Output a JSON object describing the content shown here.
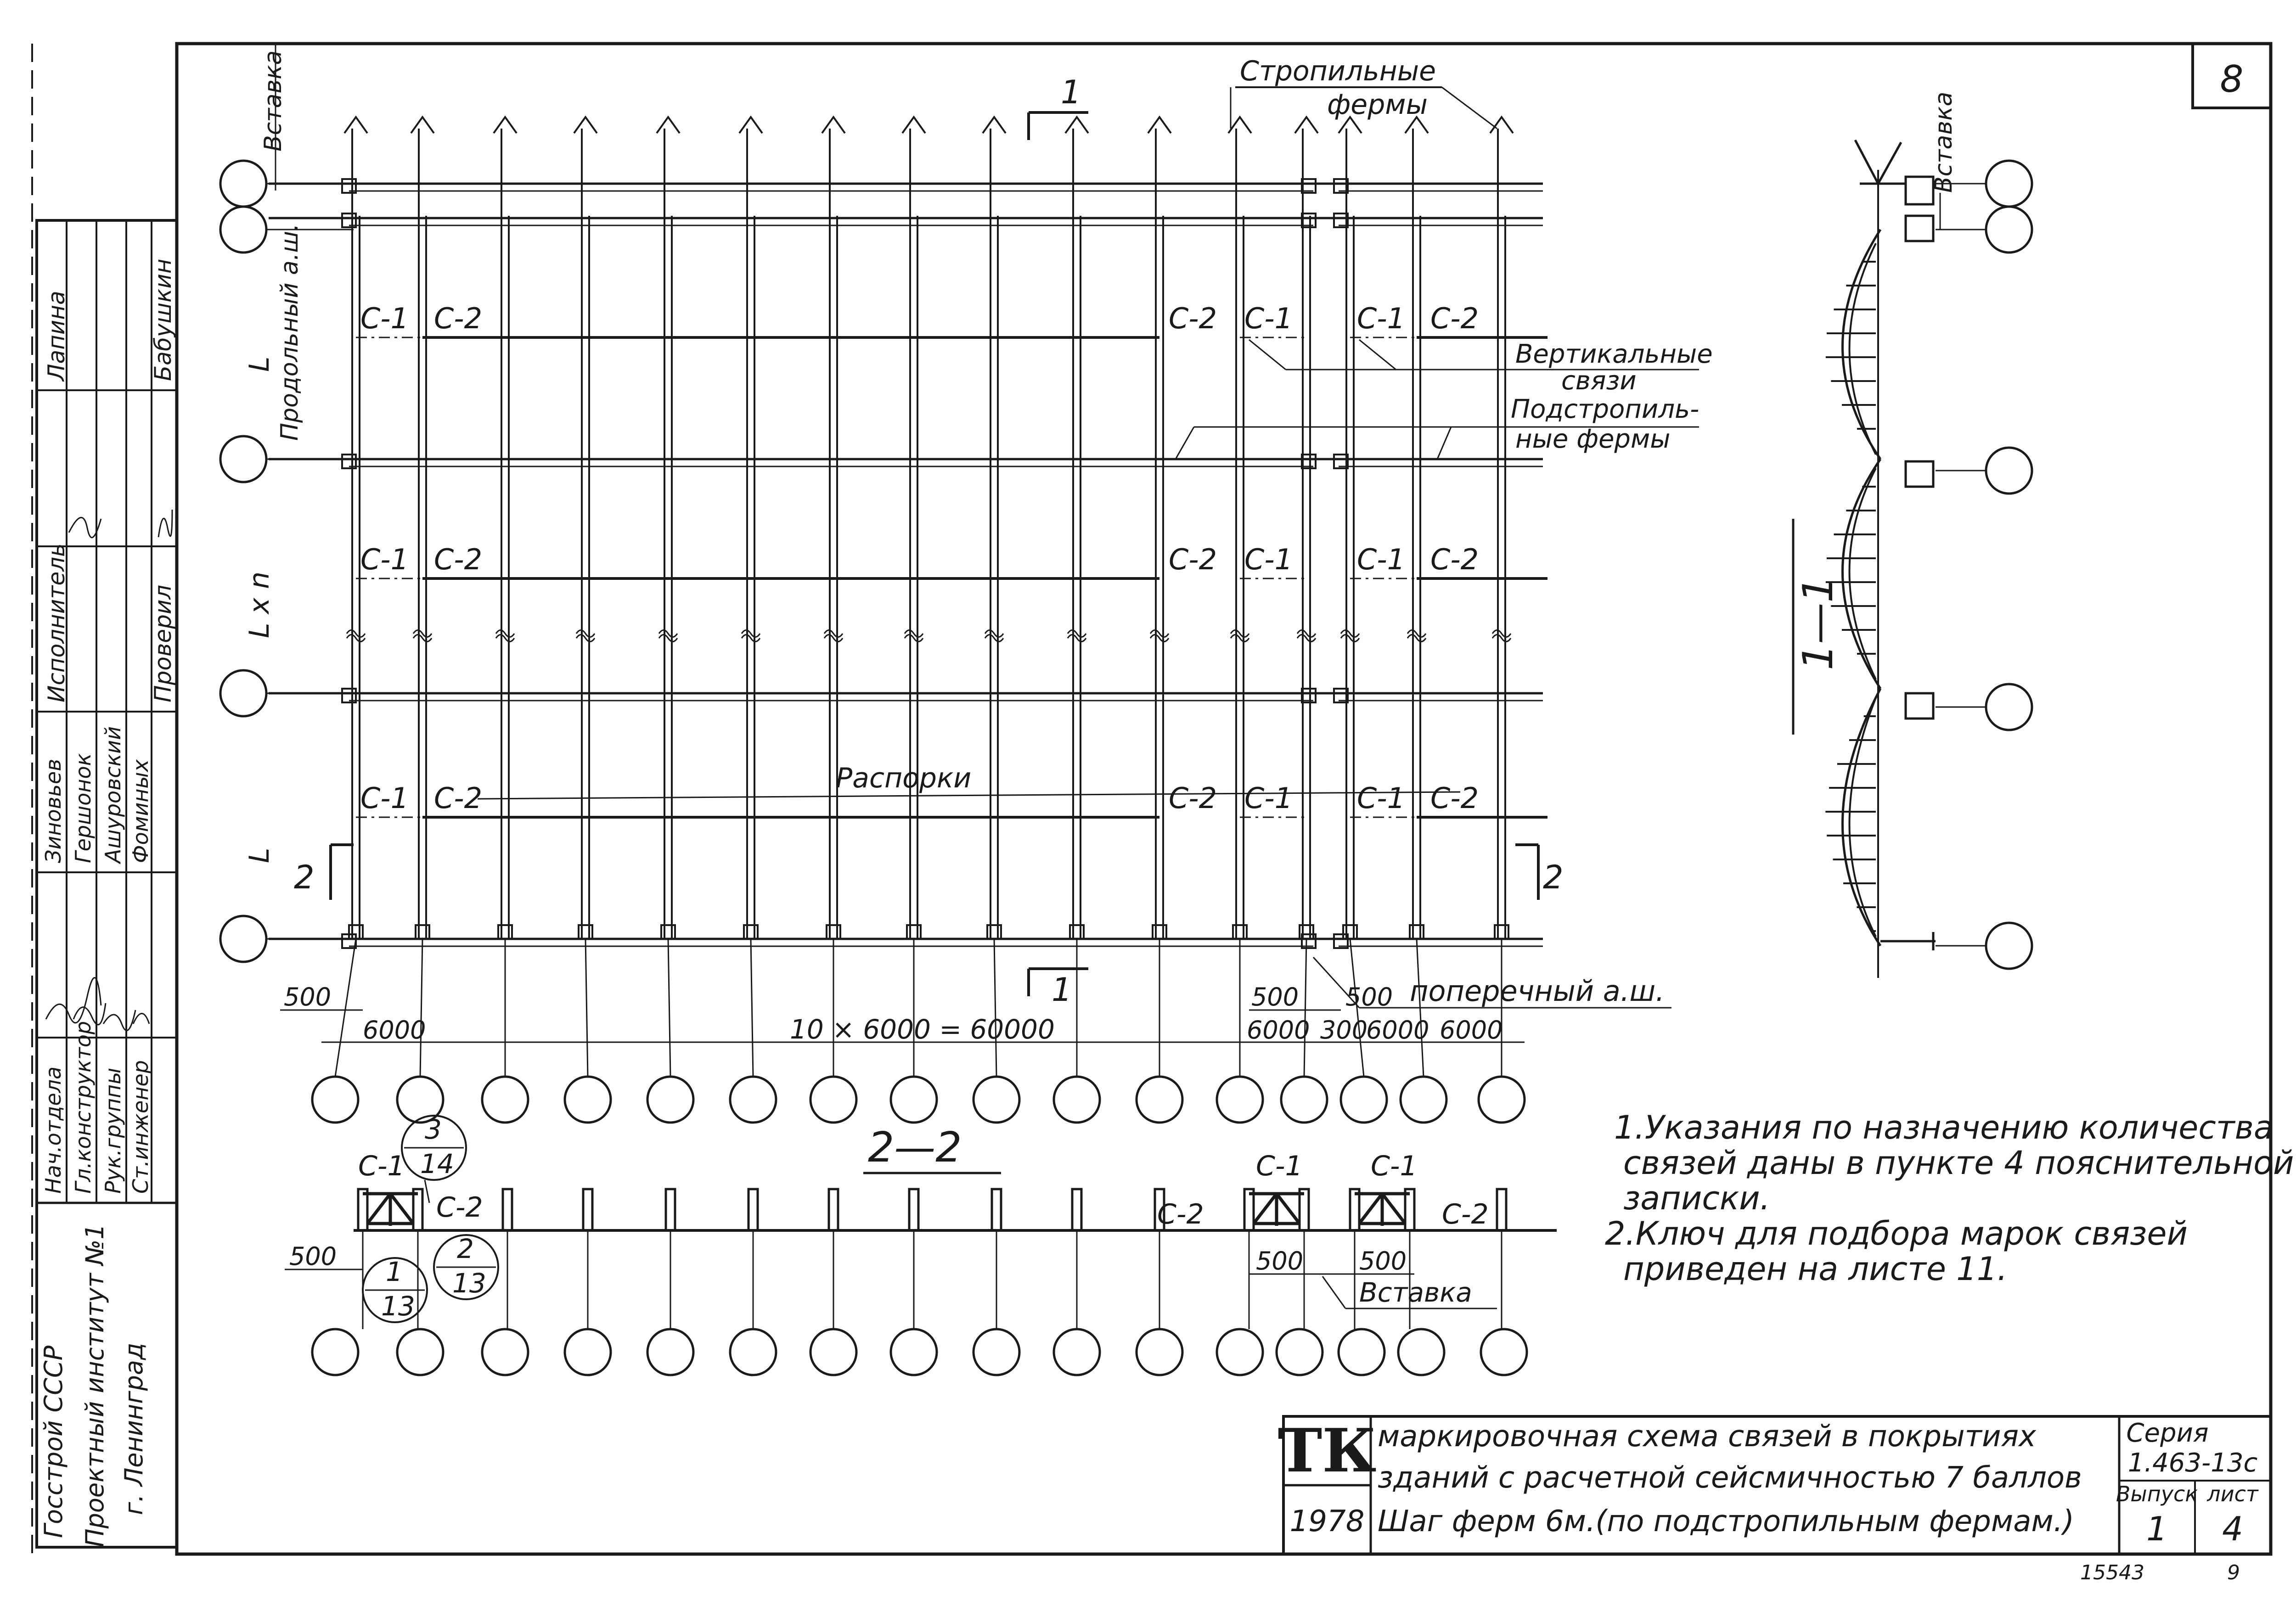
{
  "sheet_number": "8",
  "title_block": {
    "logo": "ТК",
    "year": "1978",
    "title_lines": [
      "маркировочная схема связей в покрытиях",
      "зданий с расчетной сейсмичностью 7 баллов",
      "Шаг ферм 6м.(по подстропильным фермам.)"
    ],
    "series_label": "Серия",
    "series_value": "1.463-13с",
    "issue_label": "Выпуск",
    "issue_value": "1",
    "sheet_label": "лист",
    "sheet_value": "4",
    "archive_number": "15543",
    "page_number": "9"
  },
  "side_stamp": {
    "org_lines": [
      "Госстрой СССР",
      "Проектный институт №1",
      "г. Ленинград"
    ],
    "roles": [
      "Нач.отдела",
      "Гл.конструктор",
      "Рук.группы",
      "Ст.инженер"
    ],
    "names": [
      "Зиновьев",
      "Гершонок",
      "Ашуровский",
      "Фоминых"
    ],
    "executor_label": "Исполнитель",
    "executor_name": "Лапина",
    "checked_label": "Проверил",
    "checked_name": "Бабушкин"
  },
  "plan": {
    "label_trusses": [
      "Стропильные",
      "фермы"
    ],
    "label_vertical_bracing": [
      "Вертикальные",
      "связи"
    ],
    "label_subtrusses": [
      "Подстропиль-",
      "ные фермы"
    ],
    "label_struts": "Распорки",
    "label_insert": "Вставка",
    "label_long_axis": "Продольный а.ш.",
    "label_trans_axis": "поперечный а.ш.",
    "span_labels": [
      "L",
      "L x n",
      "L"
    ],
    "brace_c1": "С-1",
    "brace_c2": "С-2",
    "dim_main": "10 × 6000 = 60000",
    "dim_500": "500",
    "dim_6000": "6000",
    "dim_300": "300",
    "section_mark_1": "1",
    "section_mark_2": "2"
  },
  "section_11": {
    "label": "1—1",
    "insert_label": "Вставка"
  },
  "section_22": {
    "label": "2—2",
    "insert_label": "Вставка",
    "callouts": [
      {
        "top": "3",
        "bottom": "14"
      },
      {
        "top": "2",
        "bottom": "13"
      },
      {
        "top": "1",
        "bottom": "13"
      }
    ]
  },
  "notes": [
    "1.Указания по назначению количества",
    "связей даны в пункте 4 пояснительной",
    "записки.",
    "2.Ключ для подбора марок связей",
    "приведен на листе 11."
  ]
}
